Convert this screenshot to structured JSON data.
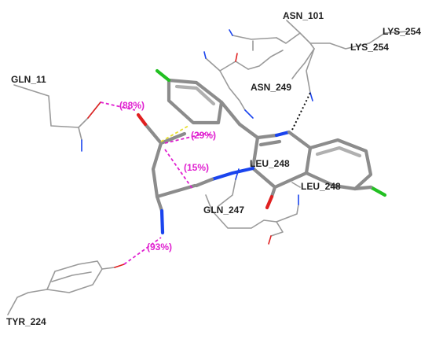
{
  "colors": {
    "carbon": "#9a9a9a",
    "carbon_dark": "#6e6e6e",
    "nitrogen": "#1a44ee",
    "oxygen": "#e02020",
    "chlorine": "#22c022",
    "hbond": "#e020d0",
    "sulfur_like": "#e8e030",
    "black": "#111111"
  },
  "residues": {
    "asn101": "ASN_101",
    "lys254_a": "LYS_254",
    "lys254_b": "LYS_254",
    "gln11": "GLN_11",
    "asn249": "ASN_249",
    "leu248_a": "LEU_248",
    "leu248_b": "LEU_248",
    "gln247": "GLN_247",
    "tyr224": "TYR_224"
  },
  "hbonds": {
    "b88": "(88%)",
    "b29": "(29%)",
    "b15": "(15%)",
    "b93": "(93%)"
  }
}
